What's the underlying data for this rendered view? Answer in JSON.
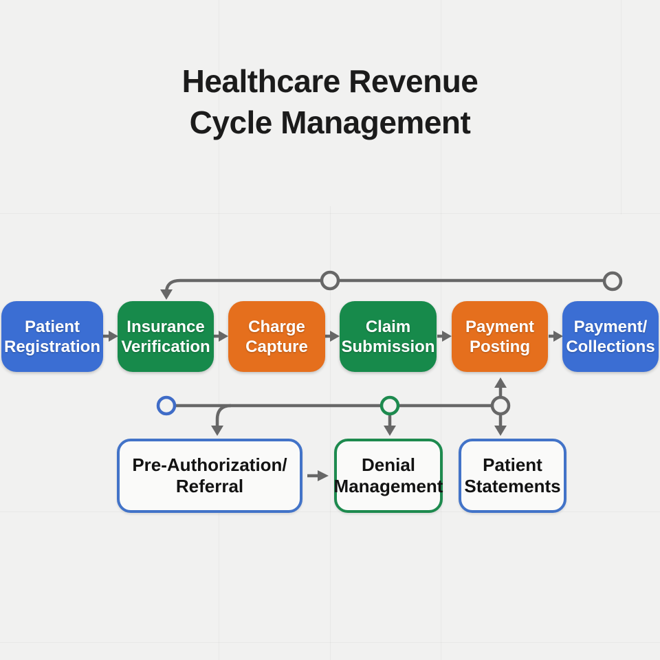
{
  "title": {
    "line1": "Healthcare Revenue",
    "line2": "Cycle Management"
  },
  "main_flow": [
    {
      "label": "Patient\nRegistration",
      "color": "#3b6ed3",
      "color_name": "blue"
    },
    {
      "label": "Insurance\nVerification",
      "color": "#178a4b",
      "color_name": "green"
    },
    {
      "label": "Charge\nCapture",
      "color": "#e56f1d",
      "color_name": "orange"
    },
    {
      "label": "Claim\nSubmission",
      "color": "#178a4b",
      "color_name": "green"
    },
    {
      "label": "Payment\nPosting",
      "color": "#e56f1d",
      "color_name": "orange"
    },
    {
      "label": "Payment/\nCollections",
      "color": "#3b6ed3",
      "color_name": "blue"
    }
  ],
  "secondary_flow": [
    {
      "label": "Pre-Authorization/\nReferral",
      "border_color": "#4273c8",
      "border_color_name": "blue"
    },
    {
      "label": "Denial\nManagement",
      "border_color": "#1d8a4e",
      "border_color_name": "green"
    },
    {
      "label": "Patient\nStatements",
      "border_color": "#4273c8",
      "border_color_name": "blue"
    }
  ],
  "edges": [
    "Patient Registration → Insurance Verification",
    "Insurance Verification → Charge Capture",
    "Charge Capture → Claim Submission",
    "Claim Submission → Payment Posting",
    "Payment Posting → Payment/Collections",
    "Payment/Collections → Insurance Verification (top feedback line with two ring nodes)",
    "Bottom connector line links Insurance Verification, Claim Submission and Payment Posting columns (blue, green and gray ring nodes)",
    "Bottom connector → Pre-Authorization/Referral",
    "Green ring → Denial Management",
    "Gray ring → Patient Statements",
    "Gray ring → Payment Posting (arrow up)",
    "Pre-Authorization/Referral → Denial Management"
  ],
  "colors": {
    "background": "#f1f1f0",
    "node_blue": "#3b6ed3",
    "node_green": "#178a4b",
    "node_orange": "#e56f1d",
    "connector_gray": "#676767",
    "title_text": "#1b1b1b",
    "main_node_text": "#ffffff",
    "sub_node_text": "#121212"
  }
}
